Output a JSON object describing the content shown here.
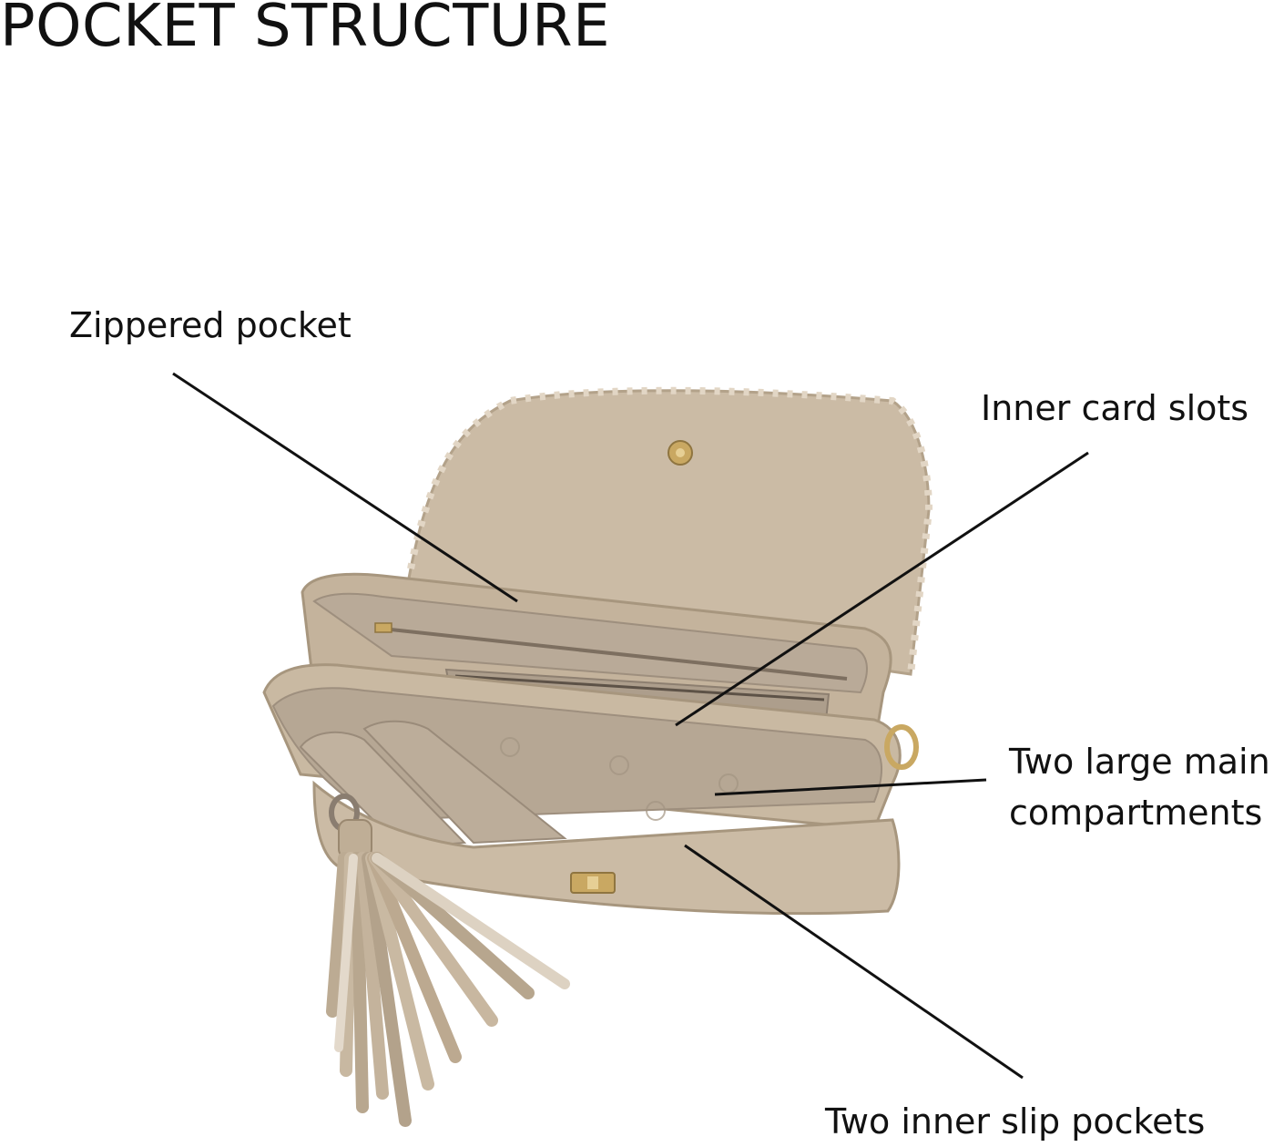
{
  "title": "POCKET STRUCTURE",
  "labels": {
    "zippered_pocket": "Zippered pocket",
    "inner_card_slots": "Inner card slots",
    "main_compartments_line1": "Two large main",
    "main_compartments_line2": "compartments",
    "inner_slip_pockets": "Two inner slip pockets"
  },
  "colors": {
    "leather": "#cbbba5",
    "leather_dark": "#a7967e",
    "lining": "#b9aa98",
    "lining_dark": "#9e8f7e",
    "hardware": "#c9a862",
    "leader_line": "#111111"
  }
}
